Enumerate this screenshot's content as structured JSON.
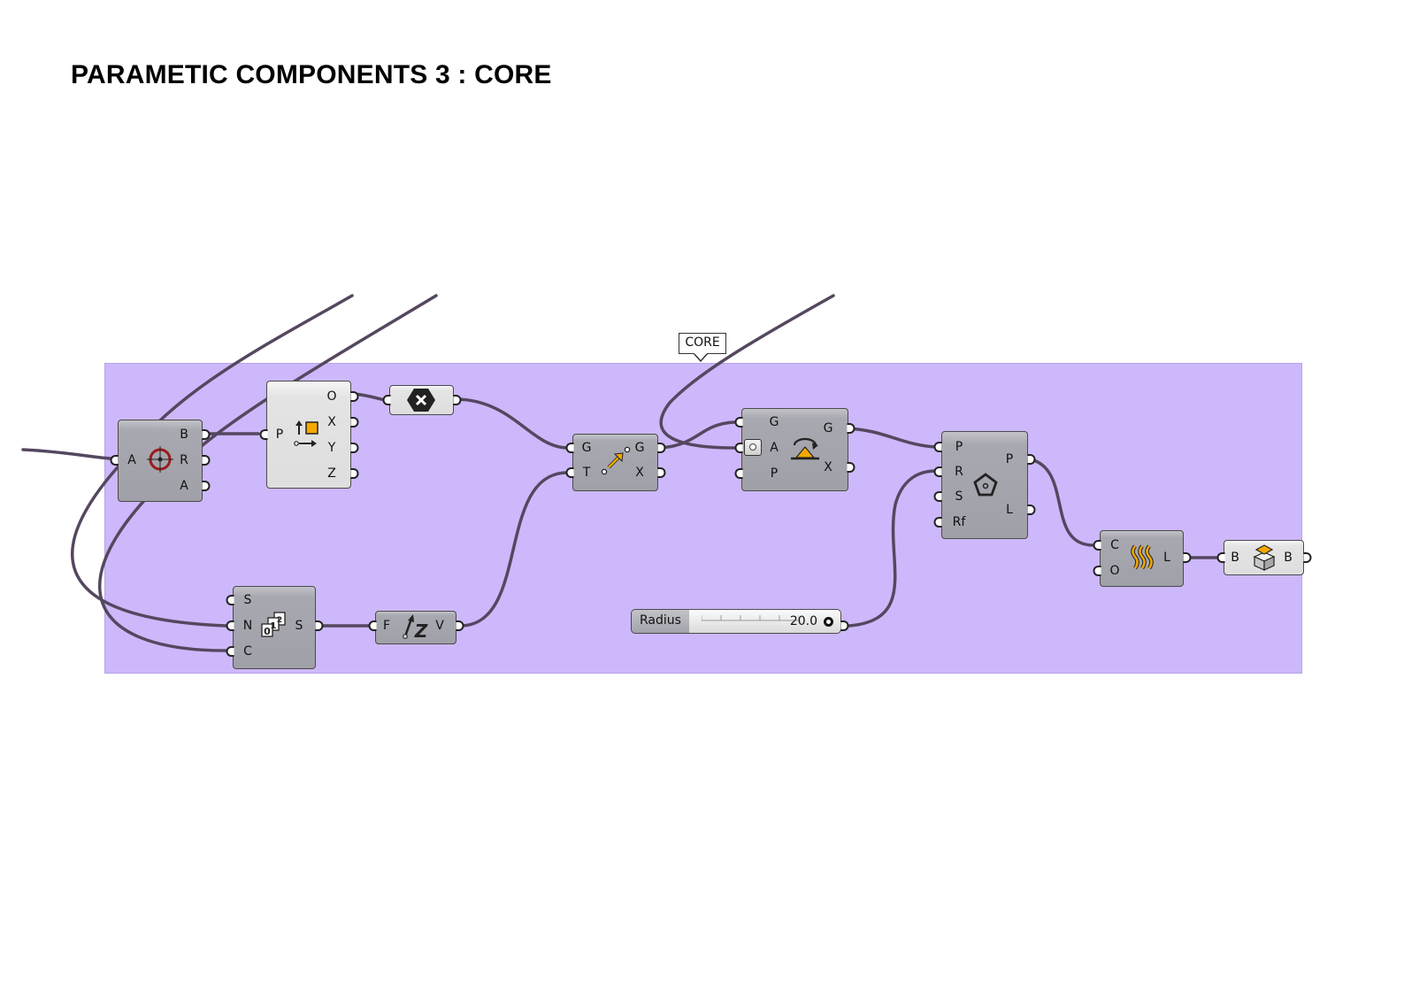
{
  "page": {
    "title": "PARAMETIC COMPONENTS 3 : CORE"
  },
  "group": {
    "label": "CORE",
    "color": "#cdb8fb"
  },
  "components": {
    "area": {
      "inputs": [
        "A"
      ],
      "outputs": [
        "B",
        "R",
        "A"
      ],
      "icon": "crosshair-target-icon"
    },
    "deconstruct_point": {
      "inputs": [
        "P"
      ],
      "outputs": [
        "O",
        "X",
        "Y",
        "Z"
      ],
      "icon": "point-deconstruct-icon"
    },
    "negative": {
      "icon": "negate-hexagon-icon"
    },
    "move": {
      "inputs": [
        "G",
        "T"
      ],
      "outputs": [
        "G",
        "X"
      ],
      "icon": "move-arrow-icon"
    },
    "rotate_3d": {
      "inputs": [
        "G",
        "A",
        "P"
      ],
      "outputs": [
        "G",
        "X"
      ],
      "icon": "rotate-axis-icon"
    },
    "polygon": {
      "inputs": [
        "P",
        "R",
        "S",
        "Rf"
      ],
      "outputs": [
        "P",
        "L"
      ],
      "icon": "pentagon-icon"
    },
    "series": {
      "inputs": [
        "S",
        "N",
        "C"
      ],
      "outputs": [
        "S"
      ],
      "icon": "series-numbers-icon"
    },
    "unit_z": {
      "inputs": [
        "F"
      ],
      "outputs": [
        "V"
      ],
      "icon": "unit-z-icon"
    },
    "loft": {
      "inputs": [
        "C",
        "O"
      ],
      "outputs": [
        "L"
      ],
      "icon": "loft-surfaces-icon"
    },
    "cap_holes": {
      "inputs": [
        "B"
      ],
      "outputs": [
        "B"
      ],
      "icon": "cap-brep-icon"
    }
  },
  "slider": {
    "name": "Radius",
    "value": "20.0"
  },
  "colors": {
    "wire": "#55475f",
    "accent": "#f5a800",
    "node_dark": "#a3a3ab",
    "node_light": "#e3e3e3"
  }
}
